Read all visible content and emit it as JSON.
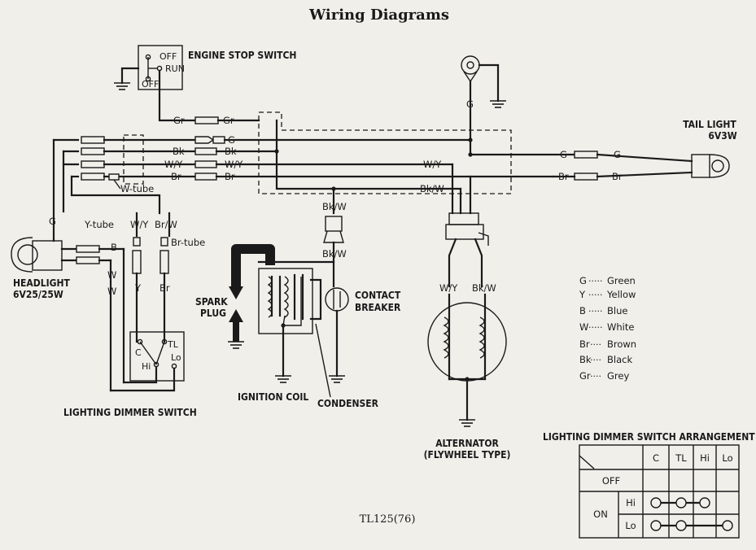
{
  "title": "Wiring Diagrams",
  "model": "TL125(76)",
  "components": {
    "engine_stop_switch": {
      "label": "ENGINE STOP SWITCH",
      "off_top": "OFF",
      "run": "RUN",
      "off_bottom": "OFF"
    },
    "tail_light": {
      "label_line1": "TAIL LIGHT",
      "label_line2": "6V3W"
    },
    "headlight": {
      "label_line1": "HEADLIGHT",
      "label_line2": "6V25/25W"
    },
    "spark_plug": {
      "label_line1": "SPARK",
      "label_line2": "PLUG"
    },
    "contact_breaker": {
      "label_line1": "CONTACT",
      "label_line2": "BREAKER"
    },
    "ignition_coil": {
      "label": "IGNITION COIL"
    },
    "condenser": {
      "label": "CONDENSER"
    },
    "lighting_dimmer_switch": {
      "label": "LIGHTING DIMMER SWITCH",
      "c": "C",
      "tl": "TL",
      "hi": "Hi",
      "lo": "Lo"
    },
    "alternator": {
      "label_line1": "ALTERNATOR",
      "label_line2": "(FLYWHEEL TYPE)"
    }
  },
  "wire_labels": {
    "gr1": "Gr",
    "gr2": "Gr",
    "g_main": "G",
    "bk_main": "Bk",
    "wy_main": "W/Y",
    "br_main": "Br",
    "bk_left": "Bk",
    "wy_left": "W/Y",
    "br_left": "Br",
    "w_tube": "W-tube",
    "g_top": "G",
    "wy_mid": "W/Y",
    "bkw_mid": "Bk/W",
    "g_tail1": "G",
    "g_tail2": "G",
    "br_tail1": "Br",
    "br_tail2": "Br",
    "bkw_cb1": "Bk/W",
    "bkw_cb2": "Bk/W",
    "y_tube": "Y-tube",
    "wy_dim": "W/Y",
    "brw_dim": "Br/W",
    "br_tube": "Br-tube",
    "b_head": "B",
    "w_head": "W",
    "g_head": "G",
    "y_low": "Y",
    "br_low": "Br",
    "w_low": "W",
    "alt_wy": "W/Y",
    "alt_bkw": "Bk/W"
  },
  "color_legend": [
    {
      "code": "G",
      "name": "Green"
    },
    {
      "code": "Y",
      "name": "Yellow"
    },
    {
      "code": "B",
      "name": "Blue"
    },
    {
      "code": "W",
      "name": "White"
    },
    {
      "code": "Br",
      "name": "Brown"
    },
    {
      "code": "Bk",
      "name": "Black"
    },
    {
      "code": "Gr",
      "name": "Grey"
    }
  ],
  "dimmer_arrangement": {
    "title": "LIGHTING DIMMER SWITCH ARRANGEMENT",
    "columns": [
      "C",
      "TL",
      "Hi",
      "Lo"
    ],
    "off": "OFF",
    "on": "ON",
    "hi": "Hi",
    "lo": "Lo"
  }
}
